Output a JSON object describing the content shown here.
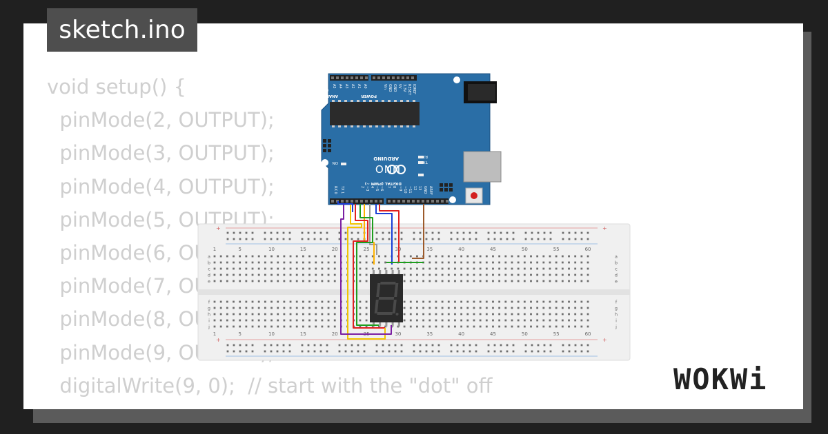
{
  "file_tab": {
    "label": "sketch.ino"
  },
  "code_lines": [
    "void setup() {",
    "  pinMode(2, OUTPUT);",
    "  pinMode(3, OUTPUT);",
    "  pinMode(4, OUTPUT);",
    "  pinMode(5, OUTPUT);",
    "  pinMode(6, OUTPUT);",
    "  pinMode(7, OUTPUT);",
    "  pinMode(8, OUTPUT);",
    "  pinMode(9, OUTPUT);",
    "  digitalWrite(9, 0);  // start with the \"dot\" off",
    "}"
  ],
  "brand": {
    "logo_text": "WOKWi"
  },
  "arduino": {
    "model": "UNO",
    "brand": "ARDUINO",
    "power_labels": [
      "IOREF",
      "RESET",
      "3.3V",
      "5V",
      "GND",
      "GND",
      "Vin"
    ],
    "analog_labels": [
      "A0",
      "A1",
      "A2",
      "A3",
      "A4",
      "A5"
    ],
    "header_power": "POWER",
    "header_analog": "ANALOG IN",
    "header_digital": "DIGITAL (PWM ~)",
    "digital_labels": [
      "AREF",
      "GND",
      "13",
      "12",
      "~11",
      "~10",
      "~9",
      "8",
      "7",
      "~6",
      "~5",
      "4",
      "~3",
      "2",
      "TX 1",
      "RX 0"
    ],
    "led_labels": [
      "L",
      "TX",
      "RX",
      "ON"
    ]
  },
  "breadboard": {
    "column_numbers": [
      "1",
      "5",
      "10",
      "15",
      "20",
      "25",
      "30",
      "35",
      "40",
      "45",
      "50",
      "55",
      "60"
    ],
    "row_letters_top": [
      "a",
      "b",
      "c",
      "d",
      "e"
    ],
    "row_letters_bottom": [
      "f",
      "g",
      "h",
      "i",
      "j"
    ],
    "rail_symbol": "+"
  },
  "colors": {
    "wire_red": "#e02020",
    "wire_blue": "#1a3fd6",
    "wire_green": "#1e9e1e",
    "wire_orange": "#ffb300",
    "wire_yellow": "#f2c400",
    "wire_purple": "#7b1fa2",
    "wire_brown": "#9c5a2a",
    "wire_gray": "#9a9a9a",
    "board_blue": "#2a6ea6"
  }
}
